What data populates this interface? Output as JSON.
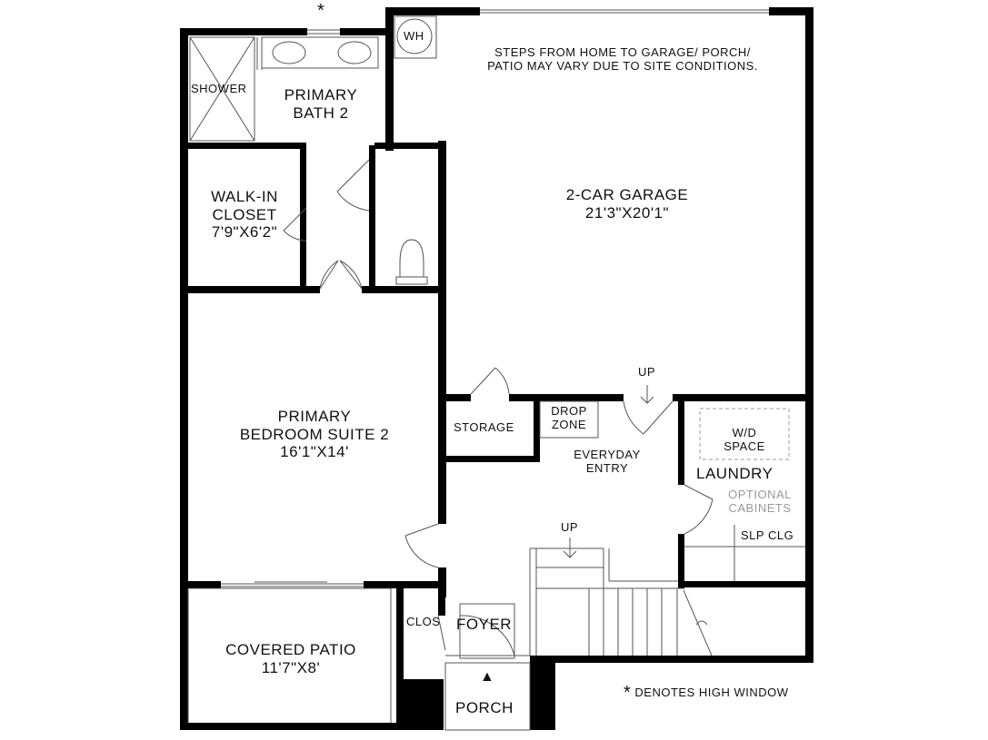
{
  "rooms": {
    "primary_bath": {
      "name_line1": "PRIMARY",
      "name_line2": "BATH 2"
    },
    "shower": {
      "name": "SHOWER"
    },
    "water_heater": {
      "name": "WH"
    },
    "walk_in_closet": {
      "name_line1": "WALK-IN",
      "name_line2": "CLOSET",
      "size": "7'9\"X6'2\""
    },
    "garage": {
      "name": "2-CAR GARAGE",
      "size": "21'3\"X20'1\""
    },
    "primary_bedroom": {
      "name_line1": "PRIMARY",
      "name_line2": "BEDROOM SUITE 2",
      "size": "16'1\"X14'"
    },
    "storage": {
      "name": "STORAGE"
    },
    "drop_zone": {
      "name_line1": "DROP",
      "name_line2": "ZONE"
    },
    "everyday_entry": {
      "name_line1": "EVERYDAY",
      "name_line2": "ENTRY"
    },
    "laundry": {
      "name": "LAUNDRY",
      "wd_line1": "W/D",
      "wd_line2": "SPACE",
      "optional_line1": "OPTIONAL",
      "optional_line2": "CABINETS",
      "slp_clg": "SLP CLG"
    },
    "covered_patio": {
      "name": "COVERED PATIO",
      "size": "11'7\"X8'"
    },
    "closet": {
      "name": "CLOS"
    },
    "foyer": {
      "name": "FOYER"
    },
    "porch": {
      "name": "PORCH"
    }
  },
  "notes": {
    "garage_line1": "STEPS FROM HOME TO GARAGE/ PORCH/",
    "garage_line2": "PATIO MAY VARY DUE TO SITE CONDITIONS.",
    "high_window": "DENOTES HIGH WINDOW",
    "asterisk": "*"
  },
  "stairs": {
    "up_label_upper": "UP",
    "up_label_lower": "UP"
  },
  "entry_marker": {
    "glyph": "▲"
  },
  "colors": {
    "wall": "#000000",
    "fixture": "#555555",
    "dashed": "#999999"
  }
}
